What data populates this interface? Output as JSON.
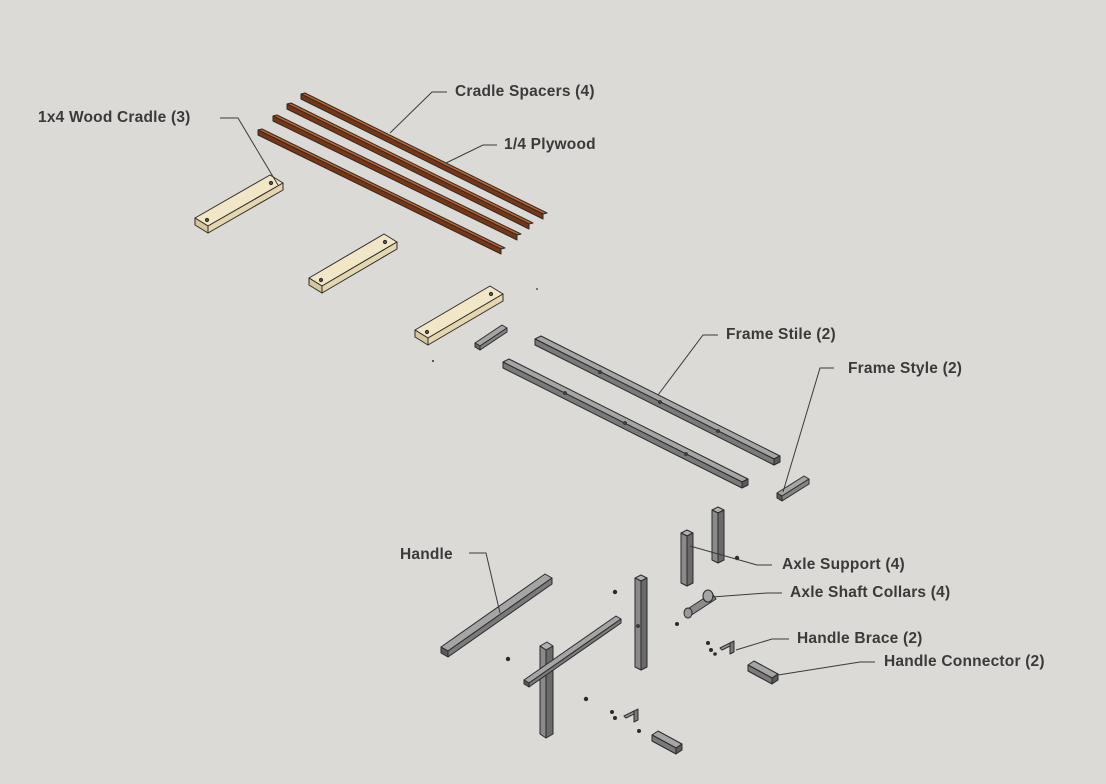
{
  "diagram": {
    "labels": {
      "cradle_spacers": "Cradle Spacers (4)",
      "wood_cradle": "1x4 Wood Cradle (3)",
      "plywood": "1/4 Plywood",
      "frame_stile": "Frame Stile (2)",
      "frame_style": "Frame Style (2)",
      "handle": "Handle",
      "axle_support": "Axle Support (4)",
      "axle_shaft_collars": "Axle Shaft Collars (4)",
      "handle_brace": "Handle Brace (2)",
      "handle_connector": "Handle Connector (2)"
    },
    "colors": {
      "background": "#dcdad6",
      "wood_top": "#f1e6c6",
      "wood_side": "#d6c79e",
      "plywood_top": "#c2622a",
      "plywood_side": "#7a3612",
      "steel_top": "#9e9e9e",
      "steel_side": "#6a6a6a",
      "outline": "#2b2b2b",
      "text": "#3a3a3a"
    }
  }
}
